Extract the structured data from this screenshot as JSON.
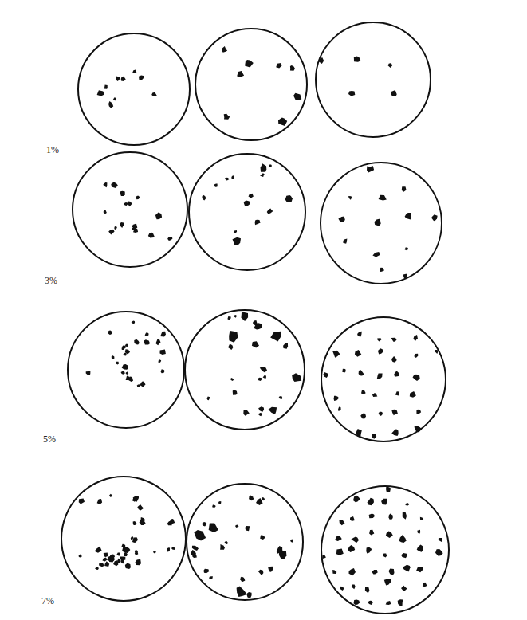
{
  "diagram": {
    "labels": [
      "1%",
      "3%",
      "5%",
      "7%"
    ]
  }
}
